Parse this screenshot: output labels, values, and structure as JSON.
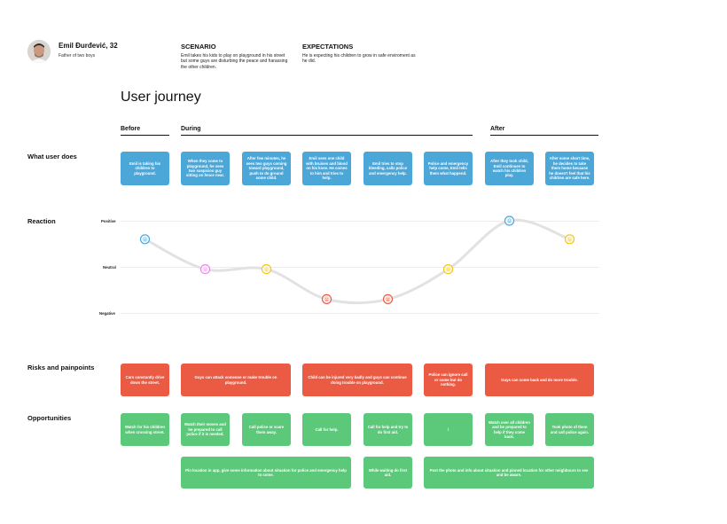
{
  "persona": {
    "name": "Emil Đurđević, 32",
    "role": "Father of two boys"
  },
  "scenario": {
    "heading": "SCENARIO",
    "text": "Emil takes his kids to play on playground in his street but some guys are disturbing the peace and harassing the other children."
  },
  "expectations": {
    "heading": "EXPECTATIONS",
    "text": "He is expecting his children to grow in safe enviroment as he did."
  },
  "title": "User journey",
  "phases": {
    "before": "Before",
    "during": "During",
    "after": "After"
  },
  "rows": {
    "does": "What user does",
    "reaction": "Reaction",
    "risks": "Risks and painpoints",
    "opps": "Opportunities"
  },
  "actions": [
    "Emil is taking his children to playground.",
    "When they come to playground, he sees two suspicios guy sitting on fence near.",
    "After few minutes, he sees two guys coming toward playground, push to do ground some child.",
    "Emil sees one child with bruises and blood on his knee. He comes to him and tries to help.",
    "Emil tries to stop bleeding, calls police and emergency help.",
    "Police and emergency help come, Emil tells them what happend.",
    "After they took child, Emil continues to watch his children play.",
    "After some short time, he decides to take them home because he doesn't feel that his children are safe here."
  ],
  "reaction_axis": {
    "positive": "Positive",
    "neutral": "Neutral",
    "negative": "Negative"
  },
  "reaction_levels": [
    0.6,
    -0.05,
    -0.05,
    -0.7,
    -0.7,
    -0.05,
    1.0,
    0.6
  ],
  "reaction_colors": [
    "#4ca7d9",
    "#e58ae6",
    "#f5c518",
    "#eb5b44",
    "#eb5b44",
    "#f5c518",
    "#4ca7d9",
    "#f5c518"
  ],
  "risks": [
    "Cars constantly drive down the street.",
    "Guys can attack someone or make trouble on playground.",
    "Child can be injured very badly and guys can continue doing trouble on playground.",
    "Police can ignore call or come but do nothing.",
    "Guys can come back and do more trouble."
  ],
  "opportunities": [
    "Watch for his children when crossing street.",
    "Watch their moves and be prepared to call police if it is needed.",
    "Call police or scare them away.",
    "Call for help.",
    "Call for help and try to do first aid.",
    "/",
    "Watch over all children and be prepared to help if they come back.",
    "Took photo of them and call police again."
  ],
  "opportunities2": [
    "Pin location in app, give some information about situation for police and emergency help to come.",
    "While waiting do first aid.",
    "Post the photo and info about situation and pinned location for other neighbours to see and be aware."
  ],
  "colors": {
    "blue": "#4ca7d9",
    "red": "#eb5b44",
    "green": "#5bc87a"
  }
}
